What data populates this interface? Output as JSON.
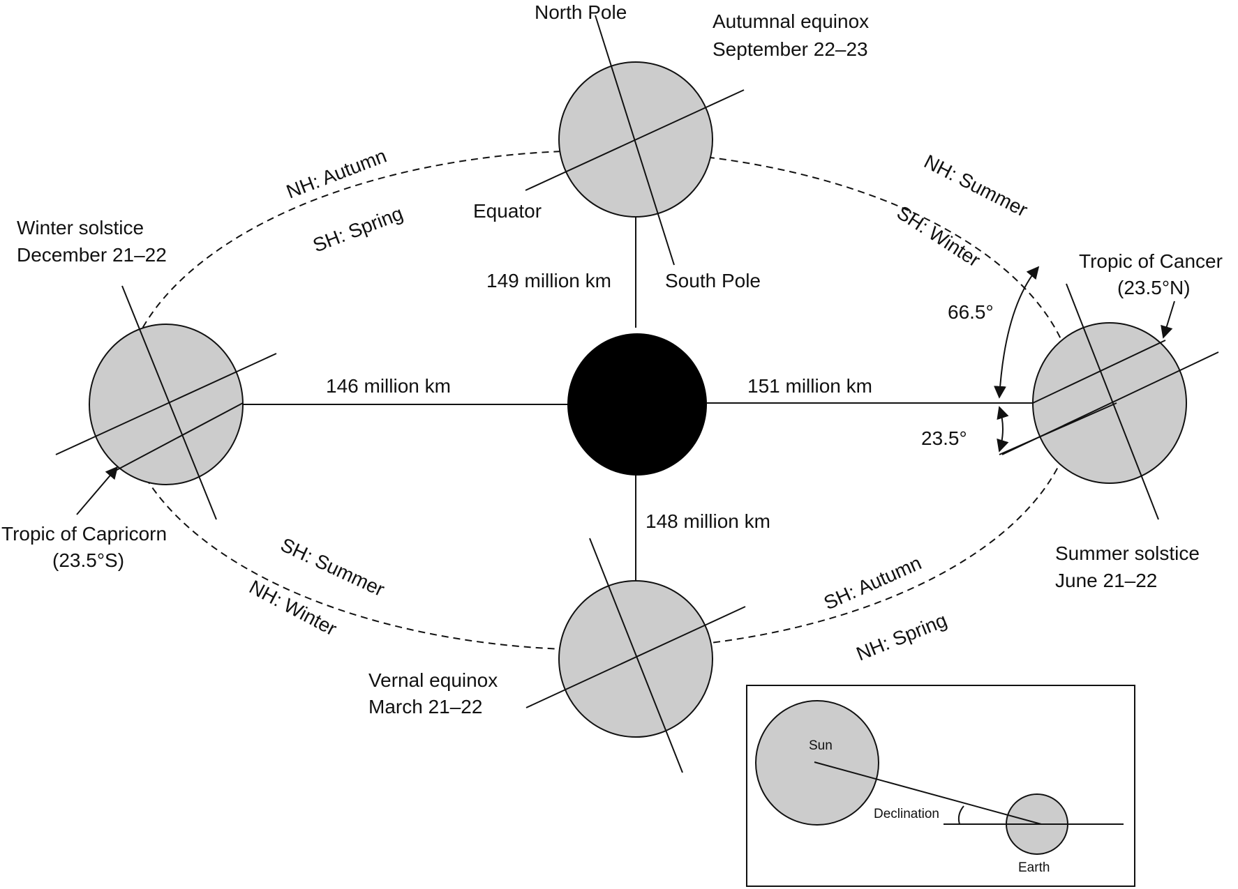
{
  "seasons": {
    "autumnal": {
      "title": "Autumnal equinox",
      "date": "September 22–23"
    },
    "winter": {
      "title": "Winter solstice",
      "date": "December 21–22"
    },
    "summer": {
      "title": "Summer solstice",
      "date": "June 21–22"
    },
    "vernal": {
      "title": "Vernal equinox",
      "date": "March 21–22"
    }
  },
  "labels": {
    "north_pole": "North Pole",
    "south_pole": "South Pole",
    "equator": "Equator",
    "tropic_cancer": "Tropic of Cancer",
    "tropic_cancer_lat": "(23.5°N)",
    "tropic_capricorn": "Tropic of Capricorn",
    "tropic_capricorn_lat": "(23.5°S)",
    "angle_66": "66.5°",
    "angle_23": "23.5°"
  },
  "distances": {
    "top": "149 million km",
    "left": "146 million km",
    "right": "151 million km",
    "bottom": "148 million km"
  },
  "hemisphere_seasons": {
    "nh_autumn": "NH: Autumn",
    "sh_spring": "SH: Spring",
    "nh_summer": "NH: Summer",
    "sh_winter": "SH: Winter",
    "sh_summer": "SH: Summer",
    "nh_winter": "NH: Winter",
    "sh_autumn": "SH: Autumn",
    "nh_spring": "NH: Spring"
  },
  "inset": {
    "sun": "Sun",
    "earth": "Earth",
    "declination": "Declination"
  },
  "colors": {
    "sun": "#000000",
    "planet_fill": "#cccccc",
    "line": "#111111"
  }
}
